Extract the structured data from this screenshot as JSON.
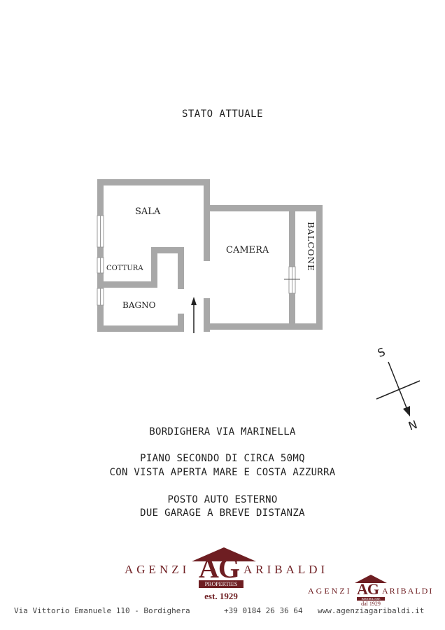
{
  "title": "STATO ATTUALE",
  "rooms": {
    "sala": "SALA",
    "camera": "CAMERA",
    "balcone": "BALCONE",
    "cottura": "COTTURA",
    "bagno": "BAGNO"
  },
  "compass": {
    "south": "S",
    "north": "N"
  },
  "description": {
    "line1": "BORDIGHERA VIA MARINELLA",
    "line2": "PIANO SECONDO DI CIRCA 50MQ",
    "line3": "CON VISTA APERTA MARE E COSTA AZZURRA",
    "line4": "POSTO AUTO ESTERNO",
    "line5": "DUE GARAGE A BREVE DISTANZA"
  },
  "logo_main": {
    "left_text": "AGENZI",
    "mono": "AG",
    "right_text": "ARIBALDI",
    "sub": "PROPERTIES",
    "est": "est. 1929"
  },
  "logo_small": {
    "left_text": "AGENZI",
    "mono": "AG",
    "right_text": "ARIBALDI",
    "sub": "IMMOBILIARE",
    "est": "dal 1929"
  },
  "footer": {
    "address": "Via Vittorio Emanuele 110 - Bordighera",
    "phone": "+39 0184 26 36 64",
    "website": "www.agenziagaribaldi.it"
  },
  "colors": {
    "wall": "#a8a8a8",
    "brand": "#6e1e22",
    "text": "#222222"
  }
}
